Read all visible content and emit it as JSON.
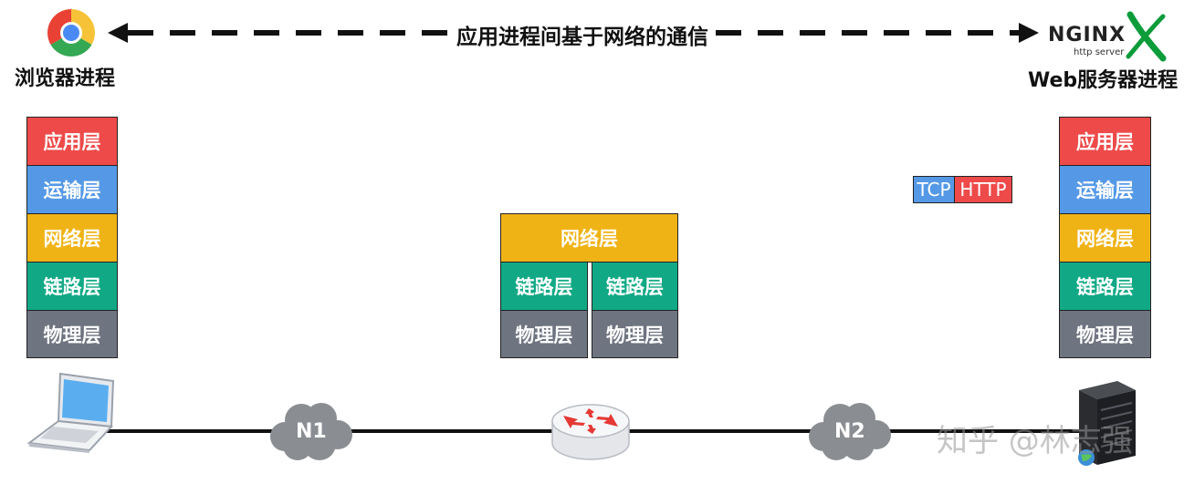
{
  "top": {
    "browser_label": "浏览器进程",
    "comm_label": "应用进程间基于网络的通信",
    "server_label": "Web服务器进程",
    "nginx_logo": "NGINX",
    "nginx_sub": "http server"
  },
  "layers": {
    "application": "应用层",
    "transport": "运输层",
    "network": "网络层",
    "link": "链路层",
    "physical": "物理层"
  },
  "tags": {
    "tcp": "TCP",
    "http": "HTTP"
  },
  "networks": {
    "n1": "N1",
    "n2": "N2"
  },
  "watermark": "知乎 @林志强",
  "colors": {
    "application": "#ee4a4a",
    "transport": "#5599e6",
    "network": "#f0b316",
    "link": "#11a985",
    "physical": "#6e7480"
  }
}
